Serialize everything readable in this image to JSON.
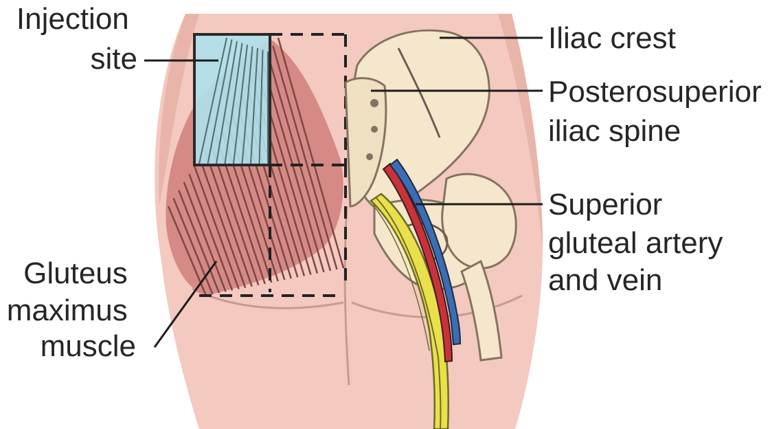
{
  "colors": {
    "skin": "#f3c9c0",
    "skin_dark": "#e9b4aa",
    "muscle": "#d58a85",
    "muscle_line": "#7e4744",
    "injection_site": "#aee0ea",
    "bone": "#f4e7cb",
    "bone_outline": "#857260",
    "artery": "#c9323a",
    "vein": "#3b6db3",
    "nerve": "#e9e04a",
    "label_text": "#262626"
  },
  "labels": {
    "injection_site": [
      "Injection",
      "site"
    ],
    "iliac_crest": [
      "Iliac crest"
    ],
    "posterosuperior_iliac_spine": [
      "Posterosuperior",
      "iliac spine"
    ],
    "superior_gluteal": [
      "Superior",
      "gluteal artery",
      "and vein"
    ],
    "gluteus_maximus": [
      "Gluteus",
      "maximus",
      "muscle"
    ]
  }
}
